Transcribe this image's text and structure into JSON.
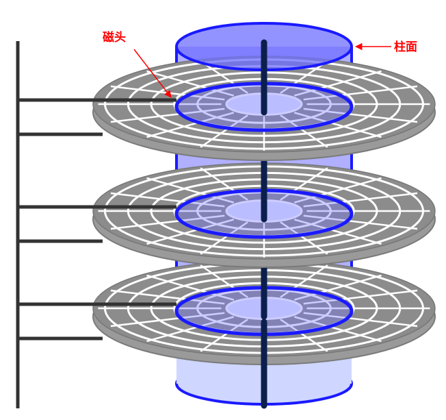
{
  "labels": {
    "head": "磁头",
    "cylinder": "柱面"
  },
  "colors": {
    "background": "#ffffff",
    "platter": "#8c8c8c",
    "platter_gap": "#ffffff",
    "cylinder_stroke": "#1a1aff",
    "cylinder_fill": "#6f6fff",
    "cylinder_fill_light": "#cfd6ff",
    "arm": "#333333",
    "spindle": "#0b1f4d",
    "annotation": "#ff0000"
  },
  "structure": {
    "platter_count": 3,
    "track_rings_per_platter": 5,
    "sector_spokes_per_platter": 16
  }
}
